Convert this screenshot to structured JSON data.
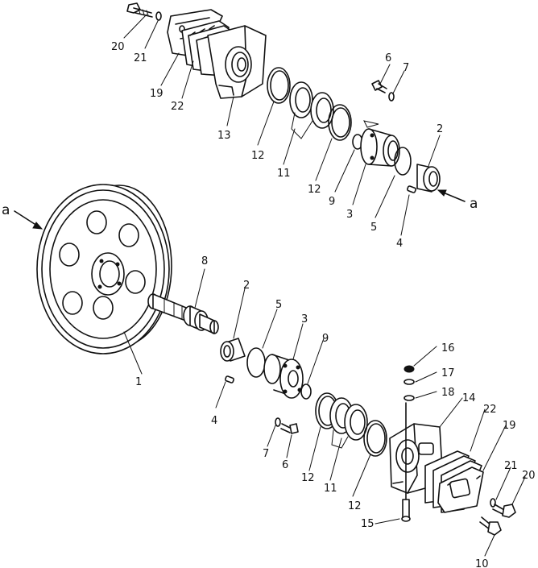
{
  "diagram": {
    "view_markers": [
      "a",
      "a"
    ],
    "parts": [
      {
        "id": "p1",
        "number": "1"
      },
      {
        "id": "p2a",
        "number": "2"
      },
      {
        "id": "p2b",
        "number": "2"
      },
      {
        "id": "p3a",
        "number": "3"
      },
      {
        "id": "p3b",
        "number": "3"
      },
      {
        "id": "p4a",
        "number": "4"
      },
      {
        "id": "p4b",
        "number": "4"
      },
      {
        "id": "p5a",
        "number": "5"
      },
      {
        "id": "p5b",
        "number": "5"
      },
      {
        "id": "p6a",
        "number": "6"
      },
      {
        "id": "p6b",
        "number": "6"
      },
      {
        "id": "p7a",
        "number": "7"
      },
      {
        "id": "p7b",
        "number": "7"
      },
      {
        "id": "p8",
        "number": "8"
      },
      {
        "id": "p9a",
        "number": "9"
      },
      {
        "id": "p9b",
        "number": "9"
      },
      {
        "id": "p10",
        "number": "10"
      },
      {
        "id": "p11a",
        "number": "11"
      },
      {
        "id": "p11b",
        "number": "11"
      },
      {
        "id": "p12a",
        "number": "12"
      },
      {
        "id": "p12b",
        "number": "12"
      },
      {
        "id": "p12c",
        "number": "12"
      },
      {
        "id": "p12d",
        "number": "12"
      },
      {
        "id": "p13",
        "number": "13"
      },
      {
        "id": "p14",
        "number": "14"
      },
      {
        "id": "p15",
        "number": "15"
      },
      {
        "id": "p16",
        "number": "16"
      },
      {
        "id": "p17",
        "number": "17"
      },
      {
        "id": "p18",
        "number": "18"
      },
      {
        "id": "p19a",
        "number": "19"
      },
      {
        "id": "p19b",
        "number": "19"
      },
      {
        "id": "p20a",
        "number": "20"
      },
      {
        "id": "p20b",
        "number": "20"
      },
      {
        "id": "p21a",
        "number": "21"
      },
      {
        "id": "p21b",
        "number": "21"
      },
      {
        "id": "p22a",
        "number": "22"
      },
      {
        "id": "p22b",
        "number": "22"
      }
    ]
  }
}
